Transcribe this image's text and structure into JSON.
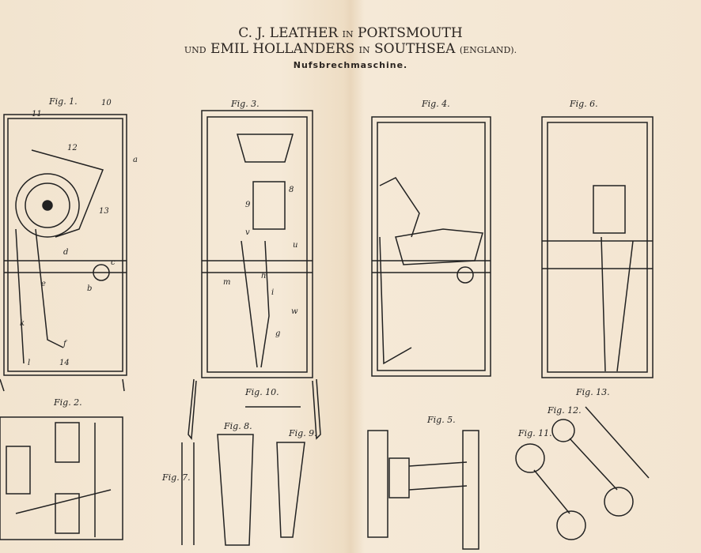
{
  "header": {
    "line1_a": "C. J. LEATHER",
    "line1_in": "IN",
    "line1_b": "PORTSMOUTH",
    "line2_und": "UND",
    "line2_a": "EMIL HOLLANDERS",
    "line2_in": "IN",
    "line2_b": "SOUTHSEA",
    "line2_country": "(ENGLAND).",
    "subtitle": "Nufsbrechmaschine."
  },
  "figures": {
    "fig1": "Fig. 1.",
    "fig2": "Fig. 2.",
    "fig3": "Fig. 3.",
    "fig4": "Fig. 4.",
    "fig5": "Fig. 5.",
    "fig6": "Fig. 6.",
    "fig7": "Fig. 7.",
    "fig8": "Fig. 8.",
    "fig9": "Fig. 9.",
    "fig10": "Fig. 10.",
    "fig11": "Fig. 11.",
    "fig12": "Fig. 12.",
    "fig13": "Fig. 13."
  },
  "part_labels": {
    "p10": "10",
    "p11": "11",
    "p12": "12",
    "p13": "13",
    "p14": "14",
    "a": "a",
    "b": "b",
    "c": "c",
    "d": "d",
    "e": "e",
    "f": "f",
    "g": "g",
    "h": "h",
    "i": "i",
    "k": "k",
    "l": "l",
    "m": "m",
    "u": "u",
    "v": "v",
    "w": "w",
    "p8": "8",
    "p9": "9"
  }
}
